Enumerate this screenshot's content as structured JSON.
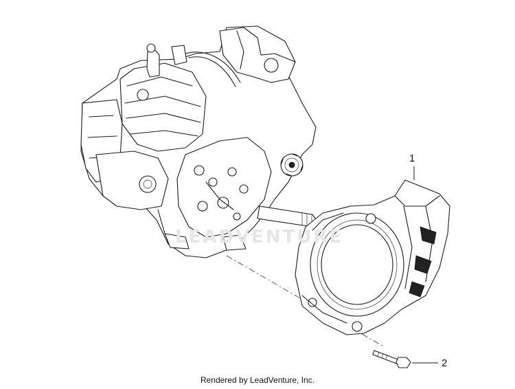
{
  "diagram": {
    "callouts": [
      {
        "label": "1"
      },
      {
        "label": "2"
      }
    ],
    "watermark": "LEADVENTURE",
    "credit": "Rendered by LeadVenture, Inc."
  }
}
